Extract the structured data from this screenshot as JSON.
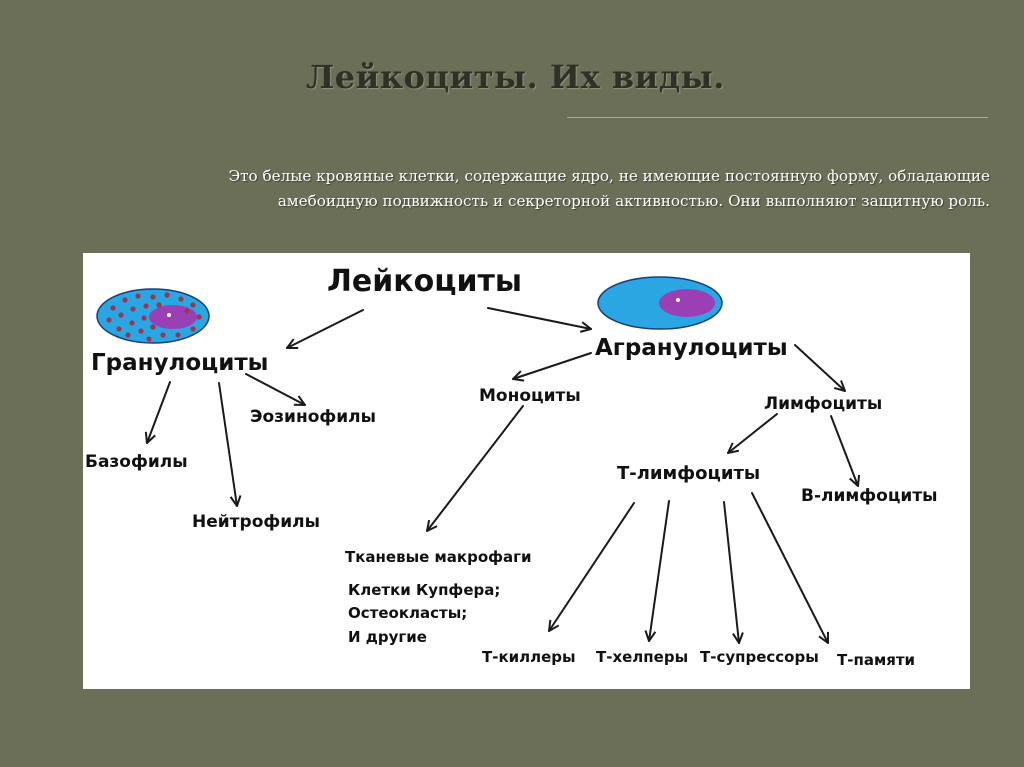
{
  "slide": {
    "title": "Лейкоциты. Их виды.",
    "intro_line1": "Это белые кровяные клетки, содержащие ядро, не имеющие постоянную форму, обладающие",
    "intro_line2": "амебоидную подвижность и секреторной активностью. Они выполняют защитную роль."
  },
  "diagram": {
    "root": "Лейкоциты",
    "granulocytes": "Гранулоциты",
    "agranulocytes": "Агранулоциты",
    "eosinophils": "Эозинофилы",
    "basophils": "Базофилы",
    "neutrophils": "Нейтрофилы",
    "monocytes": "Моноциты",
    "lymphocytes": "Лимфоциты",
    "t_lymphocytes": "Т-лимфоциты",
    "b_lymphocytes": "В-лимфоциты",
    "macrophages": "Тканевые макрофаги",
    "kupffer": "Клетки Купфера;",
    "osteoclasts": "Остеокласты;",
    "others": "И другие",
    "t_killers": "Т-киллеры",
    "t_helpers": "Т-хелперы",
    "t_suppressors": "Т-супрессоры",
    "t_memory": "Т-памяти"
  },
  "colors": {
    "background": "#6b6f58",
    "panel": "#ffffff",
    "cell_body": "#2aa7e2",
    "cell_nucleus": "#9b3fb5",
    "granules": "#a0344c"
  }
}
